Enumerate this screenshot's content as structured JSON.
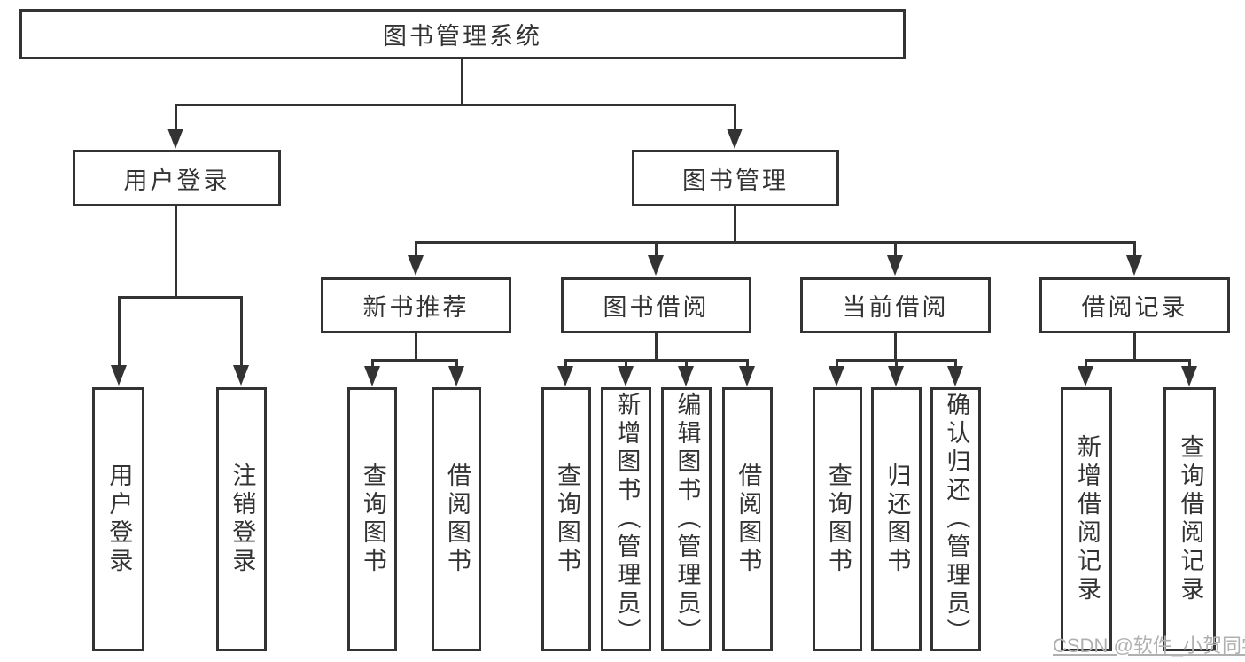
{
  "nodes": {
    "level1": [
      "图书管理系统"
    ],
    "level2": [
      "用户登录",
      "图书管理"
    ],
    "level3": [
      "新书推荐",
      "图书借阅",
      "当前借阅",
      "借阅记录"
    ],
    "level4": {
      "under_user_login": [
        "用户登录",
        "注销登录"
      ],
      "under_new_books": [
        "查询图书",
        "借阅图书"
      ],
      "under_book_borrow": [
        "查询图书",
        "新增图书（管理员）",
        "编辑图书（管理员）",
        "借阅图书"
      ],
      "under_current_borrow": [
        "查询图书",
        "归还图书",
        "确认归还（管理员）"
      ],
      "under_borrow_records": [
        "新增借阅记录",
        "查询借阅记录"
      ]
    }
  },
  "watermark": "CSDN @软件_小贺同学",
  "colors": {
    "line": "#333333",
    "text": "#333333",
    "watermark": "#b0b0b0",
    "background": "#ffffff"
  }
}
